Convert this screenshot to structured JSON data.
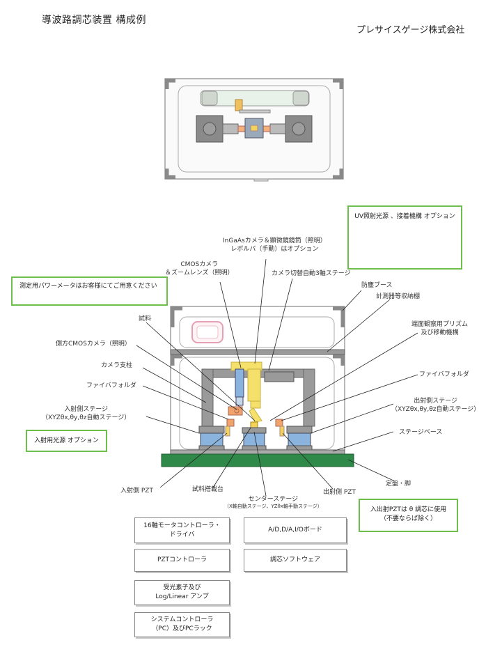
{
  "header": {
    "title": "導波路調芯装置  構成例",
    "company": "プレサイスゲージ株式会社"
  },
  "callouts": {
    "uv": "UV照射光源 、接着機構  オプション",
    "power_meter": "測定用パワーメータはお客様にてご用意ください",
    "input_light": "入射用光源  オプション",
    "pzt_note_line1": "入出射PZTは θ 調芯に使用",
    "pzt_note_line2": "（不要ならば除く）"
  },
  "labels": {
    "ingaas_line1": "InGaAsカメラ＆顕微鏡鏡筒（照明）",
    "ingaas_line2": "レボルバ（手動）はオプション",
    "cmos_line1": "CMOSカメラ",
    "cmos_line2": "＆ズームレンズ（照明）",
    "camera_switch": "カメラ切替自動3軸ステージ",
    "dust_booth": "防塵ブース",
    "shelf": "計測器等収納棚",
    "sample": "試料",
    "side_cmos": "側方CMOSカメラ（照明）",
    "prism_line1": "端面観察用プリズム",
    "prism_line2": "及び移動機構",
    "camera_post": "カメラ支柱",
    "fiber_holder_left": "ファイバフォルダ",
    "fiber_holder_right": "ファイバフォルダ",
    "in_stage_line1": "入射側ステージ",
    "in_stage_line2": "（XYZθx,θy,θz自動ステージ）",
    "out_stage_line1": "出射側ステージ",
    "out_stage_line2": "（XYZθx,θy,θz自動ステージ）",
    "stage_base": "ステージベース",
    "in_pzt": "入射側 PZT",
    "sample_mount": "試料搭載台",
    "center_stage": "センターステージ",
    "center_stage_sub": "（X軸自動ステージ、YZθx軸手動ステージ）",
    "out_pzt": "出射側 PZT",
    "surface_plate": "定盤・脚"
  },
  "equipment": {
    "motor_ctrl_line1": "16軸モータコントローラ・",
    "motor_ctrl_line2": "ドライバ",
    "io_board": "A/D,D/A,I/Oボード",
    "pzt_ctrl": "PZTコントローラ",
    "software": "調芯ソフトウェア",
    "amp_line1": "受光素子及び",
    "amp_line2": "Log/Linear アンプ",
    "system_line1": "システムコントローラ",
    "system_line2": "（PC）及びPCラック"
  },
  "colors": {
    "callout_border": "#6cc04a",
    "stage_blue": "#8ab4dd",
    "base_green": "#2f8a4a",
    "orange": "#f0a36a",
    "yellow": "#f4e06a",
    "frame_gray": "#9a9a9a"
  }
}
